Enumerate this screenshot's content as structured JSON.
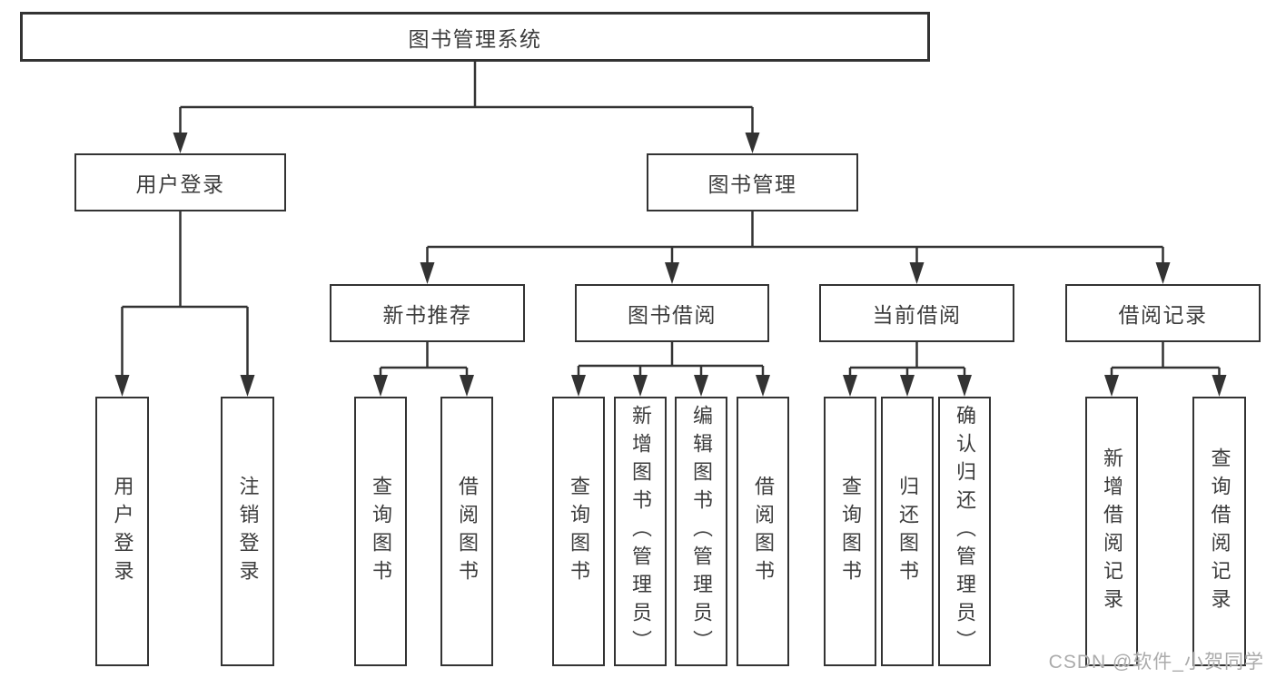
{
  "tree": {
    "root": {
      "label": "图书管理系统",
      "children": [
        {
          "label": "用户登录",
          "children": [
            {
              "label": "用户登录"
            },
            {
              "label": "注销登录"
            }
          ]
        },
        {
          "label": "图书管理",
          "children": [
            {
              "label": "新书推荐",
              "children": [
                {
                  "label": "查询图书"
                },
                {
                  "label": "借阅图书"
                }
              ]
            },
            {
              "label": "图书借阅",
              "children": [
                {
                  "label": "查询图书"
                },
                {
                  "label": "新增图书（管理员）"
                },
                {
                  "label": "编辑图书（管理员）"
                },
                {
                  "label": "借阅图书"
                }
              ]
            },
            {
              "label": "当前借阅",
              "children": [
                {
                  "label": "查询图书"
                },
                {
                  "label": "归还图书"
                },
                {
                  "label": "确认归还（管理员）"
                }
              ]
            },
            {
              "label": "借阅记录",
              "children": [
                {
                  "label": "新增借阅记录"
                },
                {
                  "label": "查询借阅记录"
                }
              ]
            }
          ]
        }
      ]
    }
  },
  "colors": {
    "line": "#333333",
    "text": "#3c3c3c",
    "watermark": "#ababab",
    "background": "#ffffff"
  },
  "watermark": {
    "text": "CSDN @软件_小贺同学"
  }
}
